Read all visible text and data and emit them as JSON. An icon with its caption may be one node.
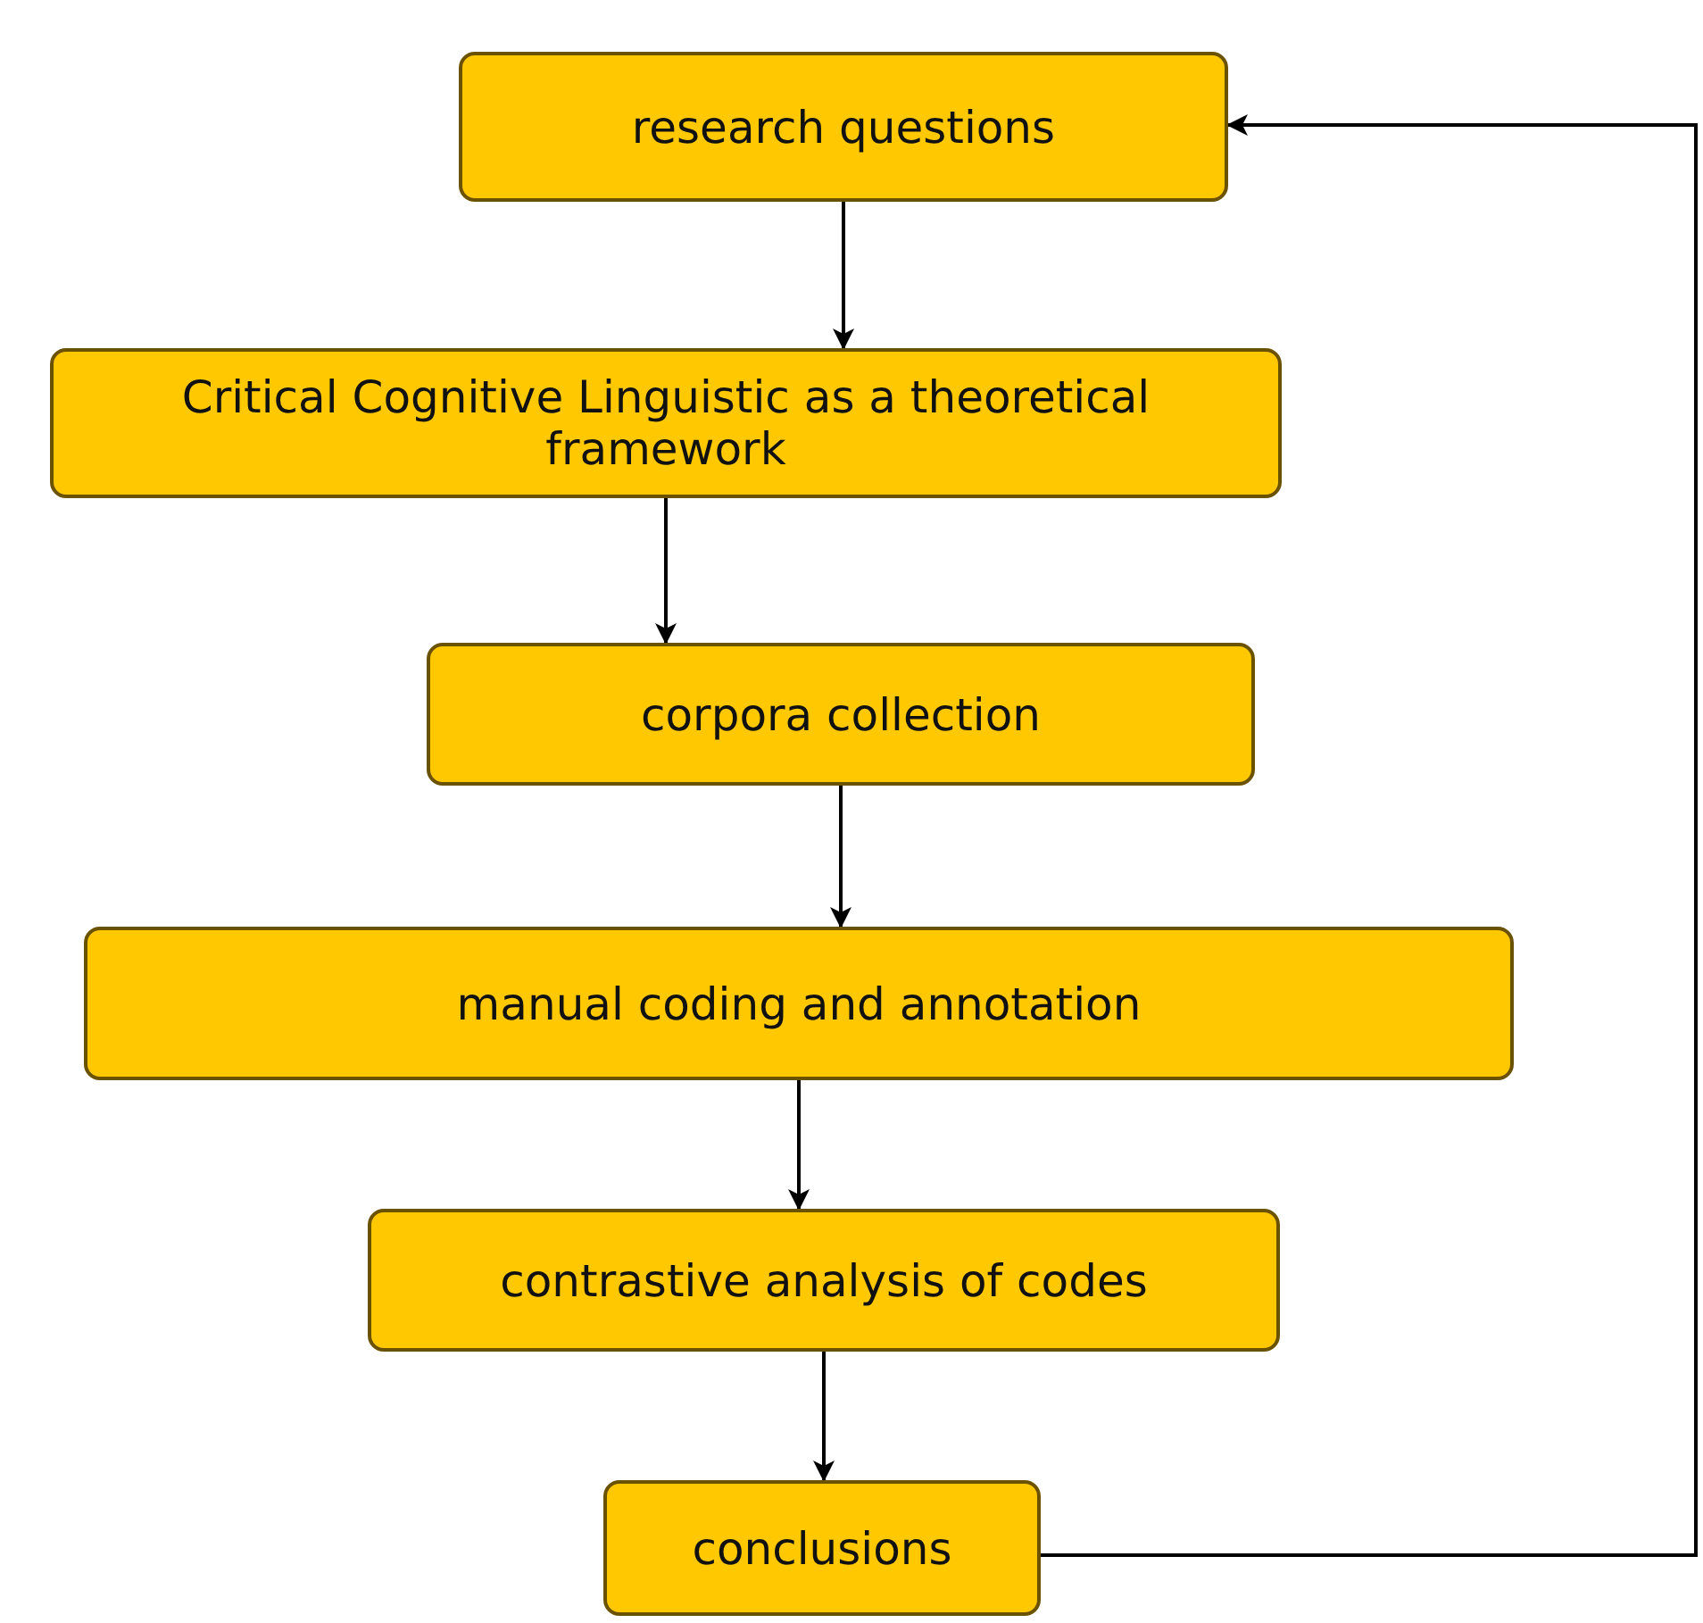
{
  "diagram": {
    "nodes": [
      {
        "text": [
          "research questions"
        ]
      },
      {
        "text": [
          "Critical Cognitive Linguistic as a theoretical framework"
        ]
      },
      {
        "text": [
          "corpora collection"
        ]
      },
      {
        "text": [
          "manual coding and annotation"
        ]
      },
      {
        "text": [
          "contrastive analysis of codes"
        ]
      },
      {
        "text": [
          "conclusions"
        ]
      }
    ],
    "edges": [
      {
        "from": 0,
        "to": 1,
        "arrow": "to"
      },
      {
        "from": 1,
        "to": 2,
        "arrow": "to"
      },
      {
        "from": 2,
        "to": 3,
        "arrow": "to"
      },
      {
        "from": 3,
        "to": 4,
        "arrow": "to"
      },
      {
        "from": 4,
        "to": 5,
        "arrow": "to"
      },
      {
        "from": 5,
        "to": 0,
        "arrow": "to"
      }
    ]
  }
}
